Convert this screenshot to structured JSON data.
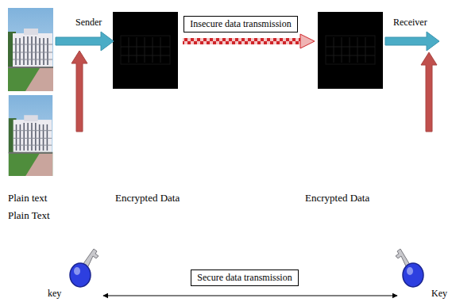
{
  "diagram": {
    "nodes": [
      {
        "text": [
          "Insecure data transmission"
        ]
      },
      {
        "text": [
          "Secure data transmission"
        ]
      }
    ],
    "labels": [
      "Sender",
      "Receiver",
      "Plain text",
      "Plain Text",
      "Encrypted Data",
      "Encrypted Data",
      "key",
      "Key"
    ]
  }
}
